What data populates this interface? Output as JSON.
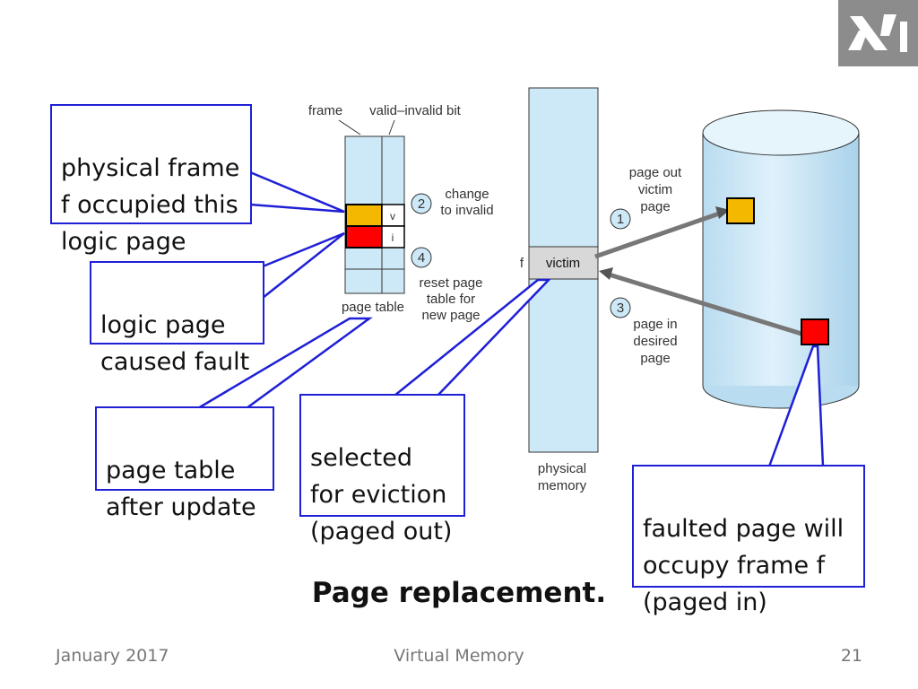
{
  "logo": {
    "icon": "school-logo-icon",
    "color": "#8c8c8c"
  },
  "callouts": {
    "physical_frame": "physical frame\nf occupied this\nlogic page",
    "logic_page": "logic page\ncaused fault",
    "page_table_after": "page table\nafter update",
    "selected_eviction": "selected\nfor eviction\n(paged out)",
    "faulted_page": "faulted page will\noccupy frame f\n(paged in)"
  },
  "figure": {
    "frame_label": "frame",
    "valid_invalid_label": "valid–invalid bit",
    "bit_v": "v",
    "bit_i": "i",
    "page_table_label": "page table",
    "step2_num": "2",
    "step2_text": [
      "change",
      "to invalid"
    ],
    "step4_num": "4",
    "step4_text": [
      "reset page",
      "table for",
      "new page"
    ],
    "f_label": "f",
    "victim_label": "victim",
    "physical_memory_label": [
      "physical",
      "memory"
    ],
    "step1_num": "1",
    "step1_text": [
      "page out",
      "victim",
      "page"
    ],
    "step3_num": "3",
    "step3_text": [
      "page in",
      "desired",
      "page"
    ]
  },
  "colors": {
    "callout_border": "#1f1fd6",
    "victim_page": "#f5b800",
    "faulted_page": "#ff0000",
    "memory_fill": "#cde9f7"
  },
  "title": "Page replacement.",
  "footer": {
    "date": "January 2017",
    "topic": "Virtual Memory",
    "page": "21"
  }
}
